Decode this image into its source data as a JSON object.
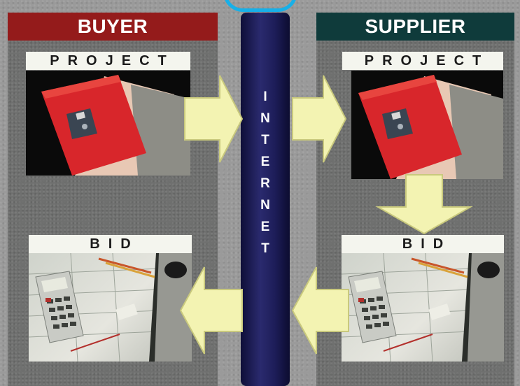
{
  "buyer": {
    "header": "BUYER",
    "project_label": "PROJECT",
    "bid_label": "BID"
  },
  "supplier": {
    "header": "SUPPLIER",
    "project_label": "PROJECT",
    "bid_label": "BID"
  },
  "internet": {
    "letters": [
      "I",
      "N",
      "T",
      "E",
      "R",
      "N",
      "E",
      "T"
    ]
  },
  "colors": {
    "buyer_header": "#941b1b",
    "supplier_header": "#0f3b3b",
    "internet_column": "#1d1d58",
    "arrow_fill": "#f3f3b2",
    "arrow_stroke": "#c9c97d",
    "folder_red": "#d8262b",
    "cap_blue": "#18b0e8"
  }
}
